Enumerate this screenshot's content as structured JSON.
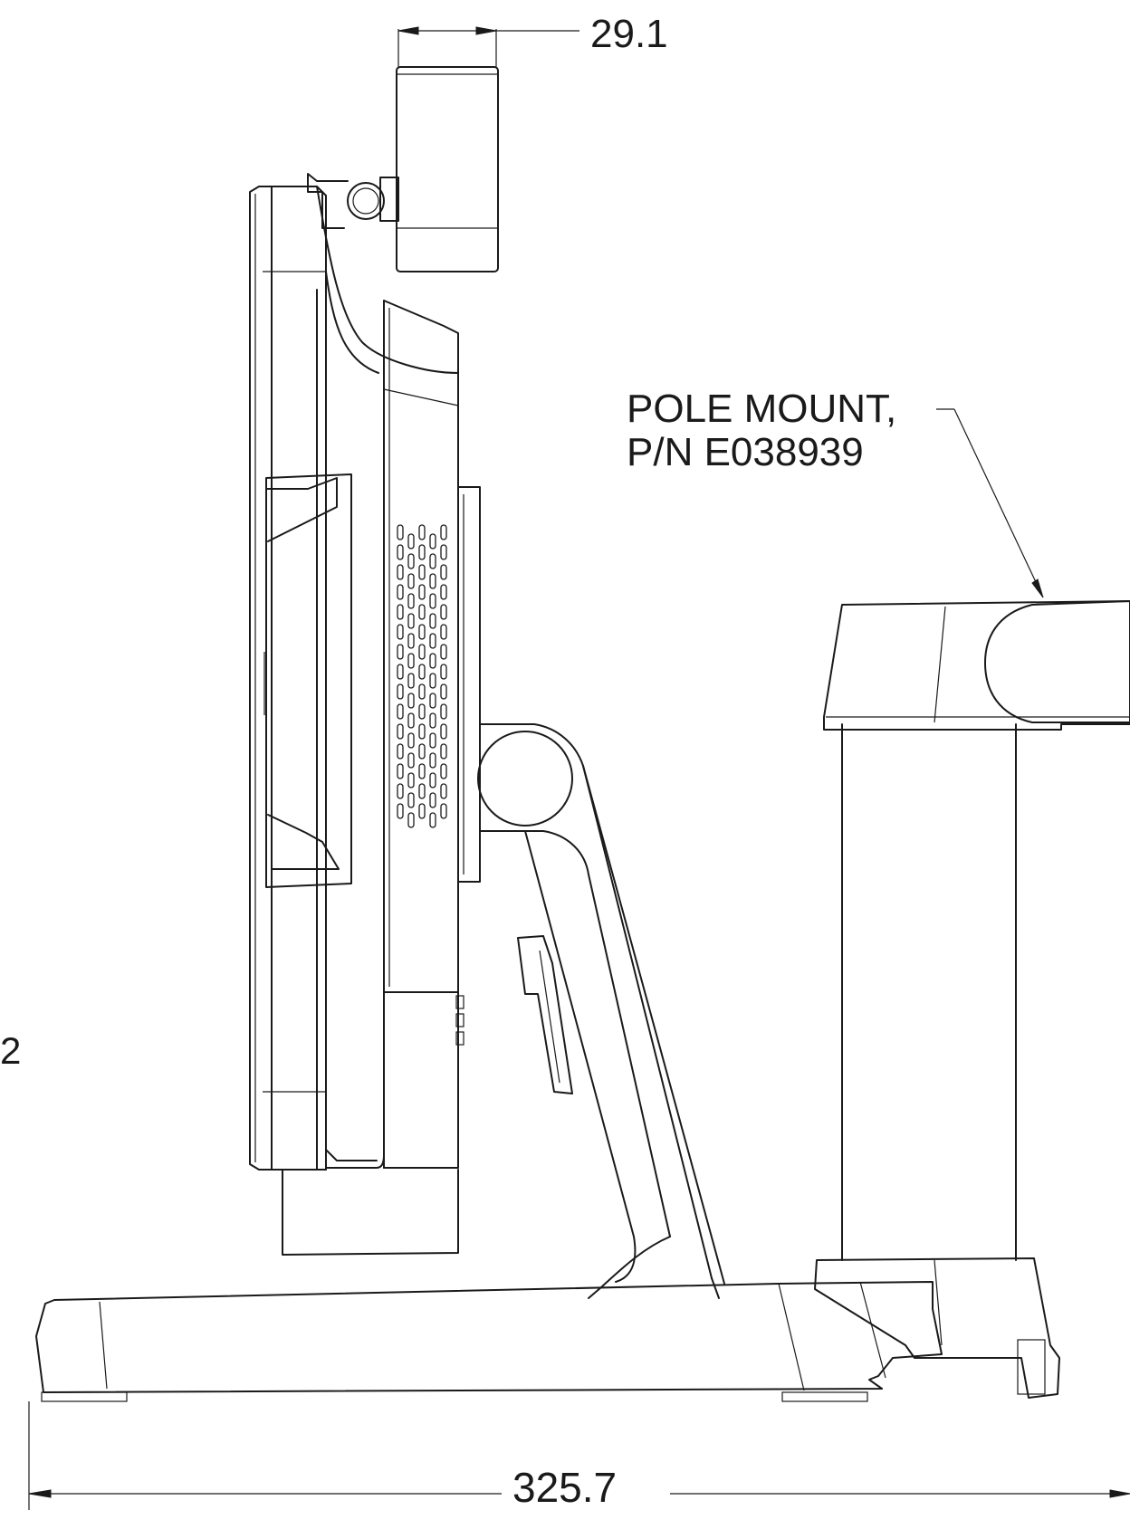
{
  "dimensions": {
    "top_width": "29.1",
    "overall_width": "325.7",
    "left_partial": "2"
  },
  "callout": {
    "line1": "POLE MOUNT,",
    "line2": "P/N E038939"
  }
}
